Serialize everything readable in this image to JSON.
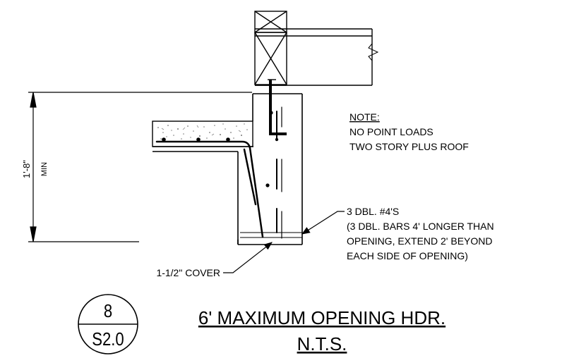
{
  "dimension": {
    "value": "1'-8\"",
    "qualifier": "MIN"
  },
  "note": {
    "heading": "NOTE:",
    "lines": [
      "NO POINT LOADS",
      "TWO STORY PLUS ROOF"
    ]
  },
  "rebar_callout": {
    "title": "3 DBL. #4'S",
    "lines": [
      "(3 DBL. BARS 4' LONGER THAN",
      "OPENING, EXTEND 2' BEYOND",
      "EACH SIDE OF OPENING)"
    ]
  },
  "cover_callout": "1-1/2\" COVER",
  "detail_tag": {
    "number": "8",
    "sheet": "S2.0"
  },
  "detail_title": {
    "title": "6' MAXIMUM OPENING HDR.",
    "scale": "N.T.S."
  }
}
